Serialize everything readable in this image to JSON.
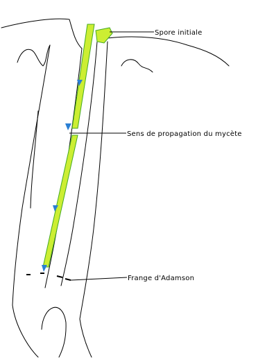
{
  "labels": {
    "spore": "Spore initiale",
    "propagation": "Sens de propagation du mycète",
    "fringe": "Frange d'Adamson"
  },
  "colors": {
    "hypha_fill": "#ccee33",
    "hypha_edge": "#44aa22",
    "arrow": "#2a7fd4",
    "outline": "#000000"
  }
}
